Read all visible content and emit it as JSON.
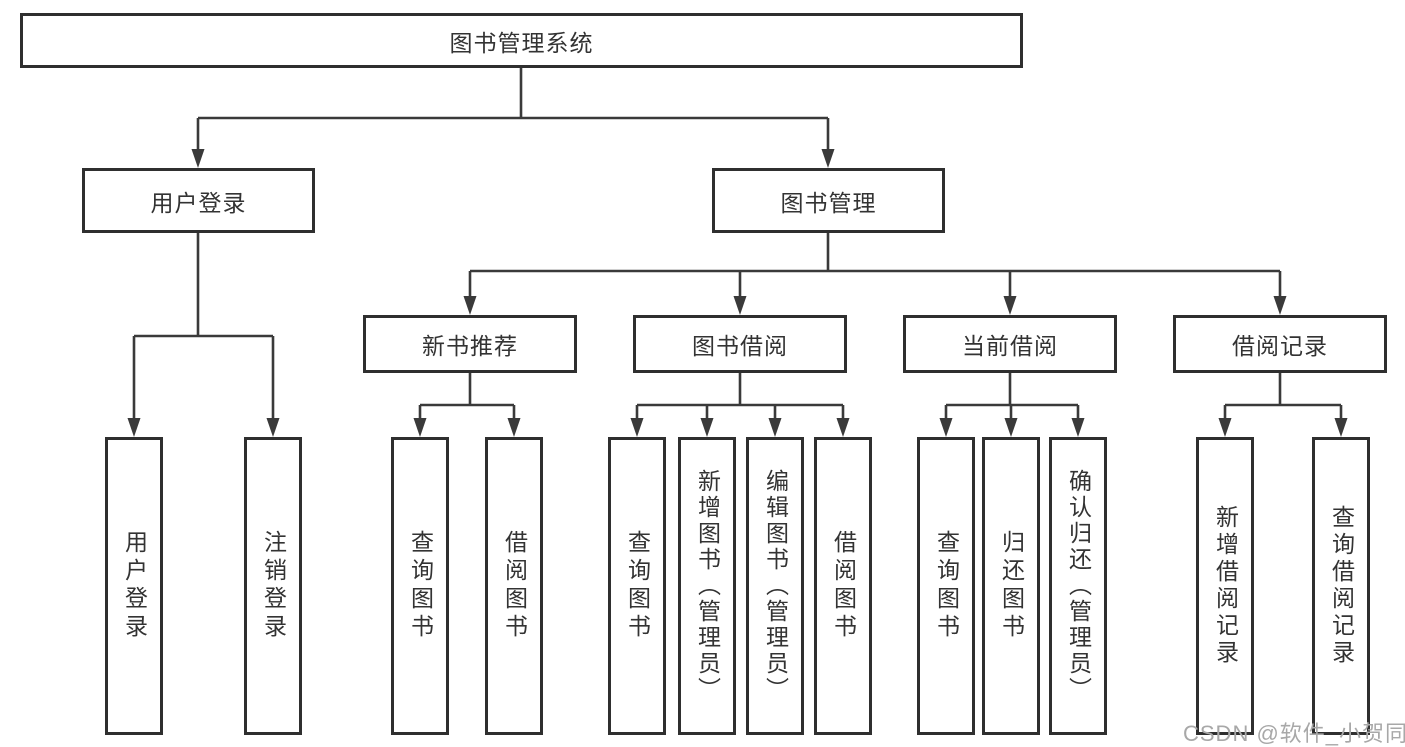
{
  "tree": {
    "root": {
      "label": "图书管理系统"
    },
    "branches": [
      {
        "label": "用户登录",
        "leaves": [
          "用户登录",
          "注销登录"
        ]
      },
      {
        "label": "图书管理",
        "groups": [
          {
            "label": "新书推荐",
            "leaves": [
              "查询图书",
              "借阅图书"
            ]
          },
          {
            "label": "图书借阅",
            "leaves": [
              "查询图书",
              "新增图书（管理员）",
              "编辑图书（管理员）",
              "借阅图书"
            ]
          },
          {
            "label": "当前借阅",
            "leaves": [
              "查询图书",
              "归还图书",
              "确认归还（管理员）"
            ]
          },
          {
            "label": "借阅记录",
            "leaves": [
              "新增借阅记录",
              "查询借阅记录"
            ]
          }
        ]
      }
    ]
  },
  "watermark": {
    "text": "CSDN @软件_小贺同学"
  },
  "colors": {
    "border": "#2f2f2f",
    "line": "#3a3a3a",
    "text": "#333333",
    "watermark": "#a8a8a8",
    "background": "#ffffff"
  }
}
